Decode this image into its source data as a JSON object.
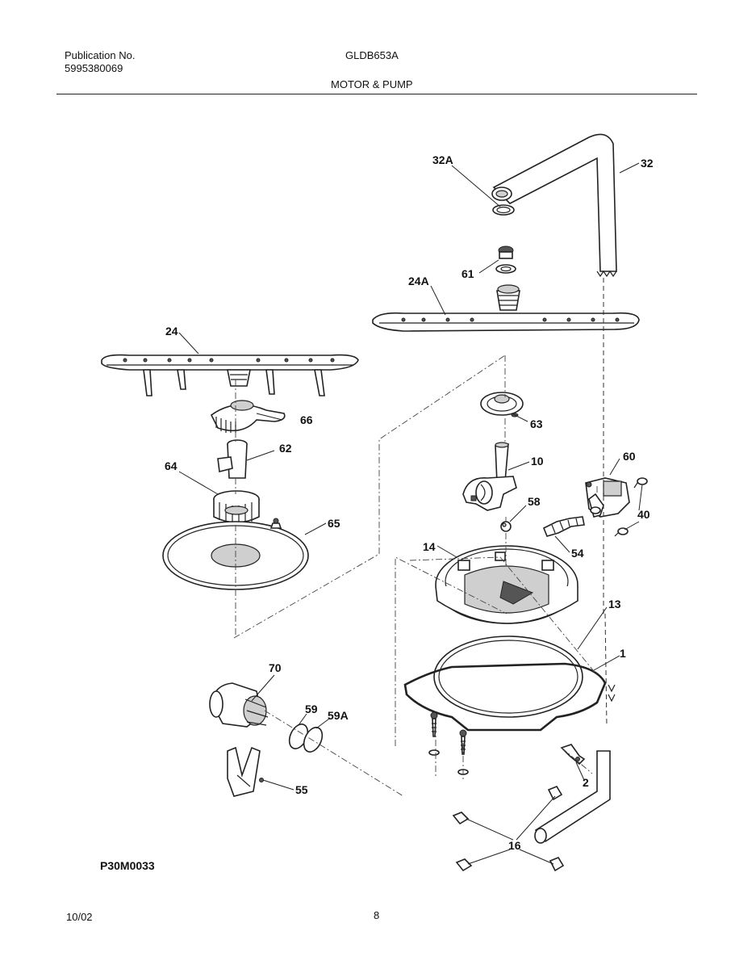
{
  "header": {
    "publication_label": "Publication No.",
    "publication_number": "5995380069",
    "model": "GLDB653A",
    "section_title": "MOTOR & PUMP"
  },
  "diagram": {
    "code": "P30M0033",
    "part_labels": [
      "32A",
      "32",
      "61",
      "24A",
      "24",
      "66",
      "63",
      "62",
      "10",
      "60",
      "64",
      "58",
      "40",
      "65",
      "14",
      "54",
      "13",
      "1",
      "70",
      "59",
      "59A",
      "2",
      "55",
      "16"
    ]
  },
  "footer": {
    "date": "10/02",
    "page": "8"
  }
}
